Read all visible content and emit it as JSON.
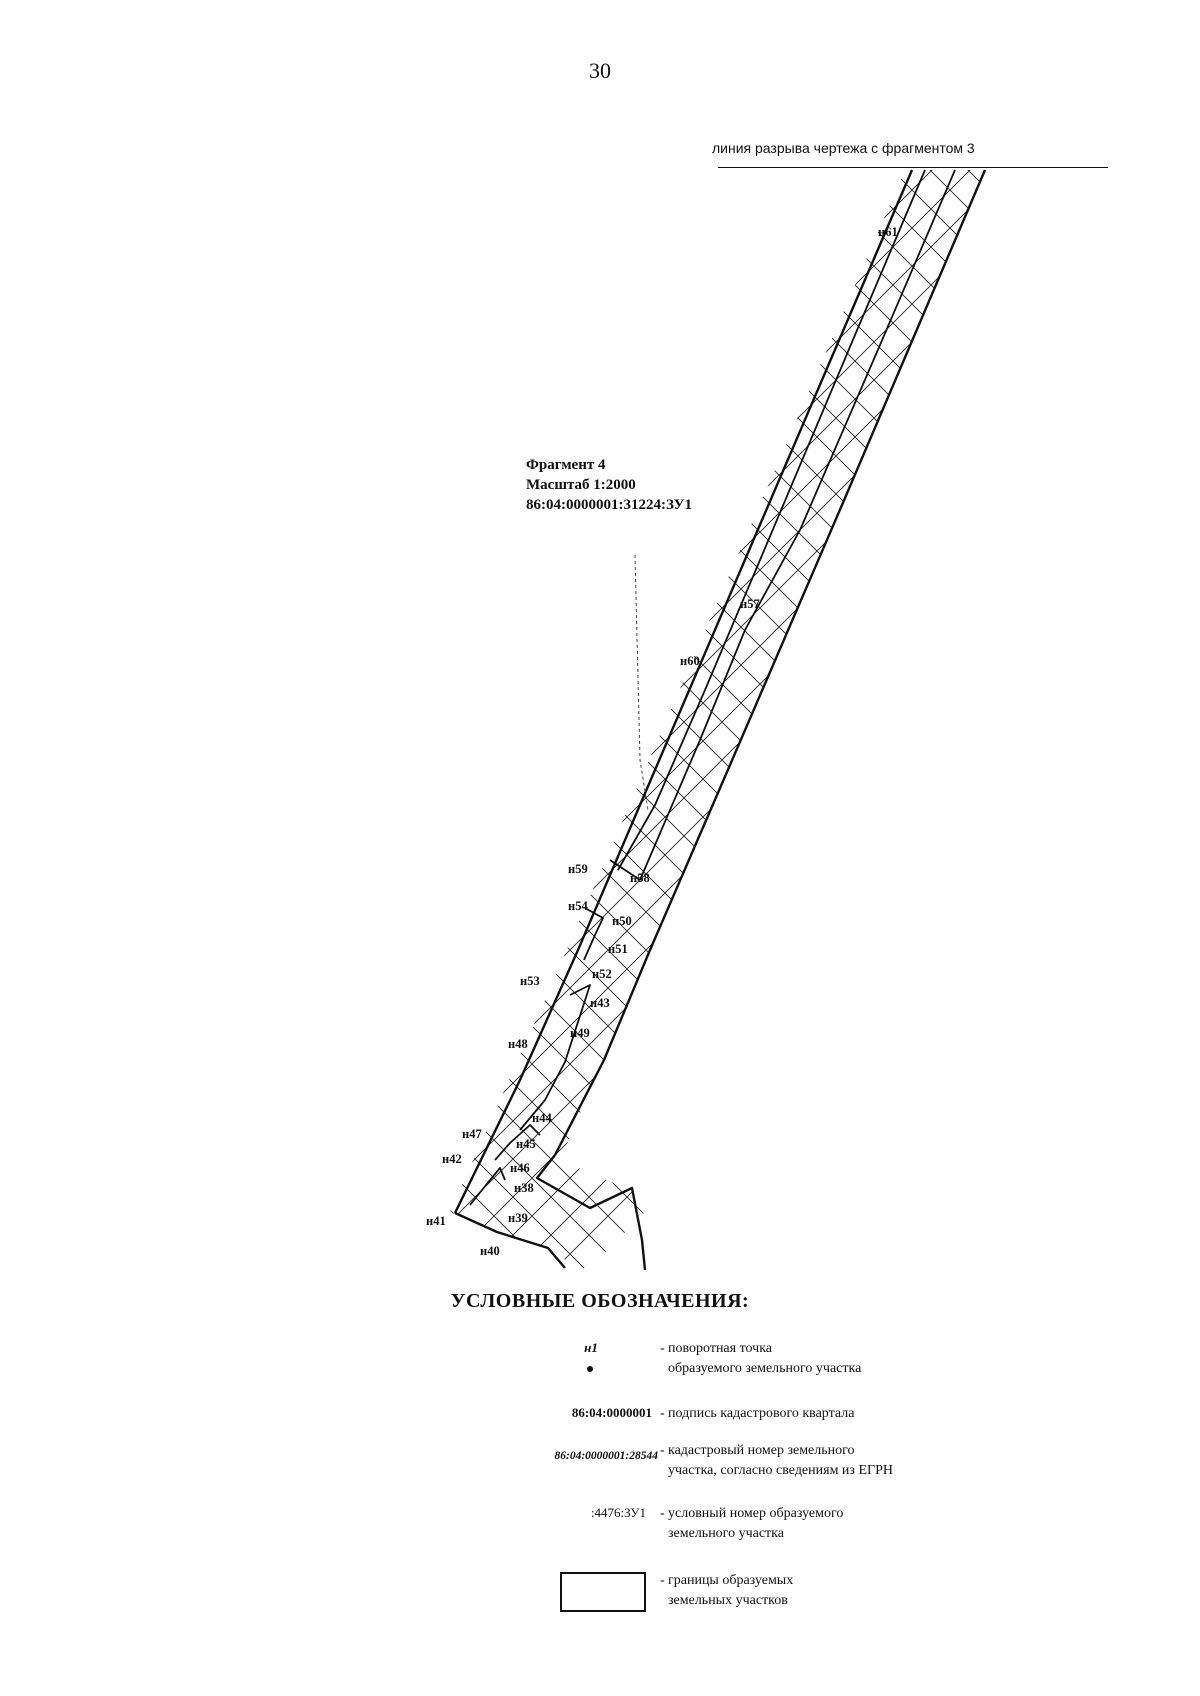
{
  "page_number": "30",
  "break_line_label": "линия разрыва чертежа с фрагментом 3",
  "fragment": {
    "name": "Фрагмент 4",
    "scale": "Масштаб 1:2000",
    "cadastral_number": "86:04:0000001:31224:ЗУ1"
  },
  "points": {
    "n61": "н61",
    "n57": "н57",
    "n60": "н60",
    "n59": "н59",
    "n58": "н58",
    "n54": "н54",
    "n50": "н50",
    "n51": "н51",
    "n53": "н53",
    "n52": "н52",
    "n43": "н43",
    "n49": "н49",
    "n48": "н48",
    "n44": "н44",
    "n47": "н47",
    "n45": "н45",
    "n42": "н42",
    "n46": "н46",
    "n38": "н38",
    "n41": "н41",
    "n39": "н39",
    "n40": "н40"
  },
  "legend": {
    "title": "УСЛОВНЫЕ ОБОЗНАЧЕНИЯ:",
    "items": [
      {
        "symbol": "н1",
        "description_line1": "поворотная точка",
        "description_line2": "образуемого земельного участка"
      },
      {
        "symbol": "86:04:0000001",
        "description_line1": "подпись кадастрового квартала",
        "description_line2": ""
      },
      {
        "symbol": "86:04:0000001:28544",
        "description_line1": "кадастровый номер земельного",
        "description_line2": "участка, согласно сведениям из ЕГРН"
      },
      {
        "symbol": ":4476:ЗУ1",
        "description_line1": "условный номер образуемого",
        "description_line2": "земельного участка"
      },
      {
        "symbol": "",
        "description_line1": "границы образуемых",
        "description_line2": "земельных участков"
      }
    ],
    "dash": "-"
  }
}
